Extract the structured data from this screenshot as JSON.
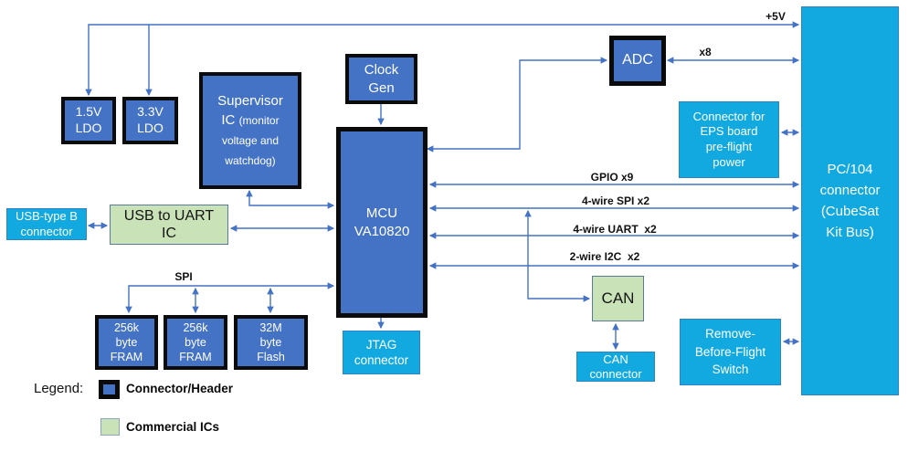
{
  "colors": {
    "connector_header_fill": "#4472C4",
    "connector_header_border": "#000000",
    "cyan_connector_fill": "#12A9E1",
    "commercial_ic_fill": "#C9E2B8",
    "wire_blue": "#4472C4"
  },
  "blocks": {
    "ldo_1v5": "1.5V\nLDO",
    "ldo_3v3": "3.3V\nLDO",
    "supervisor": {
      "name": "Supervisor",
      "ic": "IC ",
      "note_1": "(monitor",
      "note_2": "voltage and",
      "note_3": "watchdog)"
    },
    "clock_gen": "Clock\nGen",
    "mcu": "MCU\nVA10820",
    "adc": "ADC",
    "eps_connector": "Connector for\nEPS board\npre-flight\npower",
    "pc104": "PC/104\nconnector\n(CubeSat\nKit Bus)",
    "usb_b": "USB-type B\nconnector",
    "usb_uart": "USB to UART\nIC",
    "fram_1": "256k\nbyte\nFRAM",
    "fram_2": "256k\nbyte\nFRAM",
    "flash": "32M\nbyte\nFlash",
    "jtag": "JTAG\nconnector",
    "can": "CAN",
    "can_connector": "CAN\nconnector",
    "rbf_switch": "Remove-\nBefore-Flight\nSwitch"
  },
  "labels": {
    "power": "+5V",
    "adc_bus": "x8",
    "gpio": "GPIO x9",
    "spi_bus": "4-wire SPI x2",
    "uart_bus": "4-wire UART  x2",
    "i2c_bus": "2-wire I2C  x2",
    "mem_spi": "SPI"
  },
  "legend": {
    "title": "Legend:",
    "connector_label": "Connector/Header",
    "commercial_label": "Commercial ICs"
  }
}
